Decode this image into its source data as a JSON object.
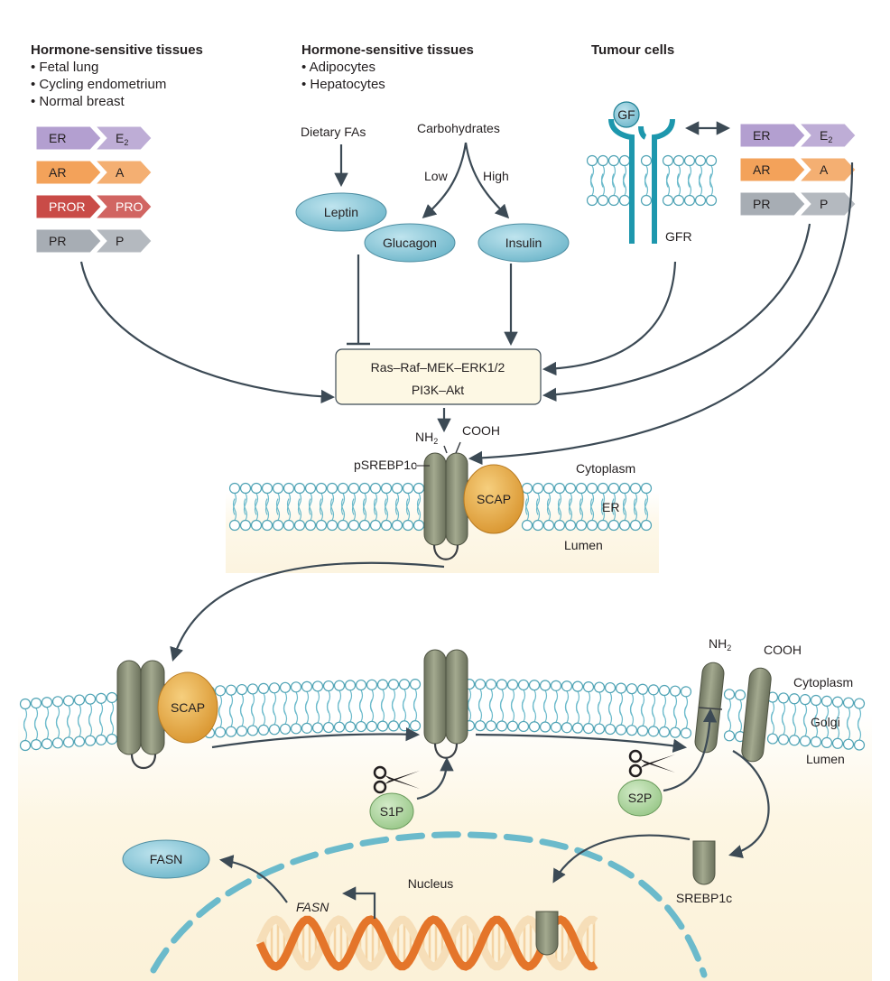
{
  "panels": {
    "left": {
      "heading": "Hormone-sensitive tissues",
      "items": [
        "• Fetal lung",
        "• Cycling endometrium",
        "• Normal breast"
      ],
      "pairs": [
        {
          "receptor": "ER",
          "ligand": "E",
          "ligand_sub": "2",
          "color": "#b39fd0"
        },
        {
          "receptor": "AR",
          "ligand": "A",
          "ligand_sub": "",
          "color": "#f3a25a"
        },
        {
          "receptor": "PROR",
          "ligand": "PRO",
          "ligand_sub": "",
          "color": "#c94b47"
        },
        {
          "receptor": "PR",
          "ligand": "P",
          "ligand_sub": "",
          "color": "#a7adb4"
        }
      ]
    },
    "middle": {
      "heading": "Hormone-sensitive tissues",
      "items": [
        "• Adipocytes",
        "• Hepatocytes"
      ],
      "dietary": "Dietary FAs",
      "carbs": "Carbohydrates",
      "low": "Low",
      "high": "High",
      "leptin": "Leptin",
      "glucagon": "Glucagon",
      "insulin": "Insulin"
    },
    "right": {
      "heading": "Tumour  cells",
      "gf": "GF",
      "gfr": "GFR",
      "pairs": [
        {
          "receptor": "ER",
          "ligand": "E",
          "ligand_sub": "2",
          "color": "#b39fd0"
        },
        {
          "receptor": "AR",
          "ligand": "A",
          "ligand_sub": "",
          "color": "#f3a25a"
        },
        {
          "receptor": "PR",
          "ligand": "P",
          "ligand_sub": "",
          "color": "#a7adb4"
        }
      ]
    }
  },
  "pathway": {
    "line1": "Ras–Raf–MEK–ERK1/2",
    "line2": "PI3K–Akt"
  },
  "er_membrane": {
    "nh2": "NH",
    "nh2_sub": "2",
    "cooh": "COOH",
    "psrebp": "pSREBP1c",
    "scap": "SCAP",
    "cytoplasm": "Cytoplasm",
    "er": "ER",
    "lumen": "Lumen"
  },
  "golgi_membrane": {
    "scap": "SCAP",
    "nh2": "NH",
    "nh2_sub": "2",
    "cooh": "COOH",
    "cytoplasm": "Cytoplasm",
    "golgi": "Golgi",
    "lumen": "Lumen",
    "s1p": "S1P",
    "s2p": "S2P"
  },
  "nucleus": {
    "label": "Nucleus",
    "fasn_protein": "FASN",
    "fasn_gene": "FASN",
    "srebp": "SREBP1c"
  },
  "colors": {
    "er_purple": "#b39fd0",
    "ar_orange": "#f3a25a",
    "pror_red": "#c94b47",
    "pr_grey": "#a7adb4",
    "hormone_blue": "#8ccbdb",
    "srebp_olive": "#8b927a",
    "scap_gold": "#e6ac4e",
    "enzyme_green": "#b5d9a5",
    "membrane_teal": "#5ab3c3"
  }
}
